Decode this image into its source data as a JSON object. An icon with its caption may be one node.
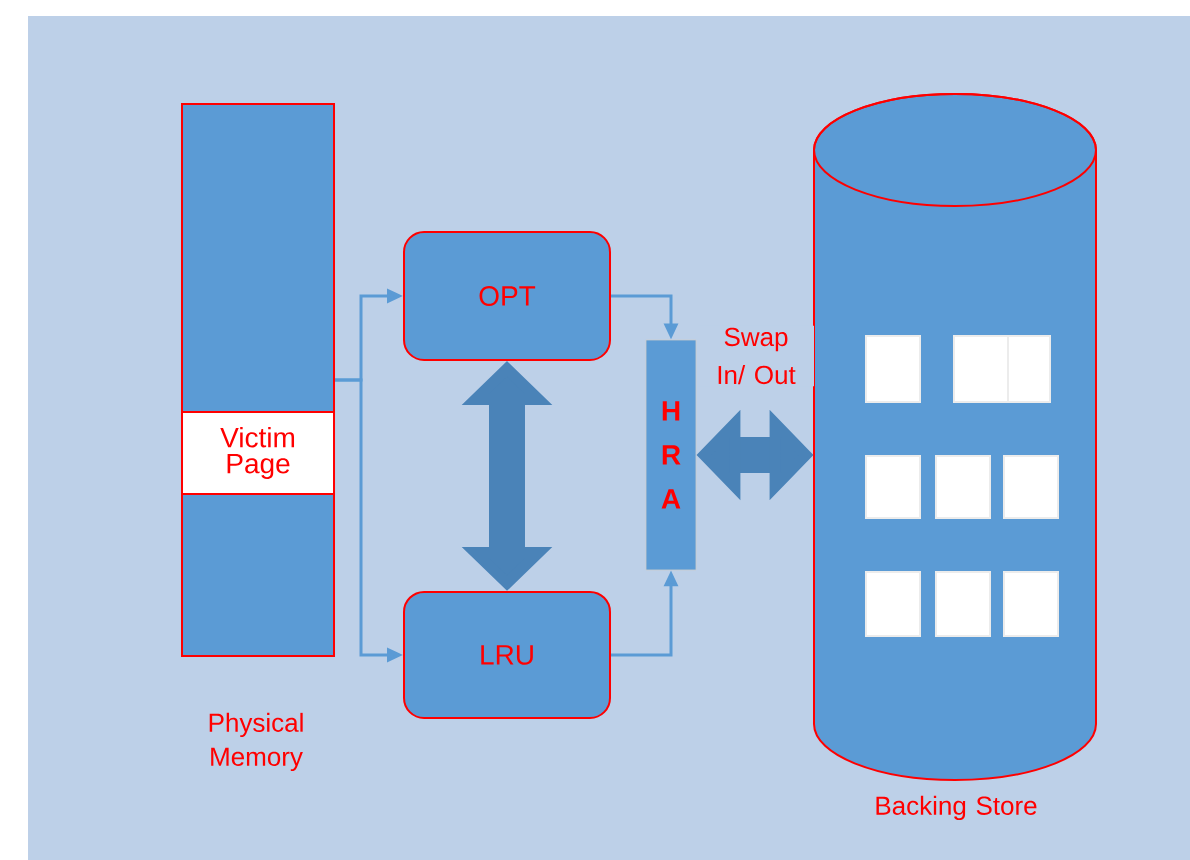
{
  "diagram": {
    "nodes": [
      {
        "text": [],
        "shape": "bar",
        "beside": [
          "Physical Memory"
        ]
      },
      {
        "text": [
          "Victim Page"
        ],
        "in": 0
      },
      {
        "text": [
          "OPT"
        ]
      },
      {
        "text": [
          "LRU"
        ]
      },
      {
        "text": [
          "H R A"
        ]
      },
      {
        "text": [],
        "shape": "cylinder",
        "beside": [
          "Backing Store"
        ]
      },
      {
        "text": [],
        "shape": "box",
        "in": 5
      },
      {
        "text": [],
        "shape": "box",
        "in": 5
      },
      {
        "text": [],
        "shape": "box",
        "in": 5
      },
      {
        "text": [],
        "shape": "box",
        "in": 5
      },
      {
        "text": [],
        "shape": "box",
        "in": 5
      },
      {
        "text": [],
        "shape": "box",
        "in": 5
      },
      {
        "text": [],
        "shape": "box",
        "in": 5
      },
      {
        "text": [],
        "shape": "box",
        "in": 5
      },
      {
        "text": [],
        "shape": "box",
        "in": 5
      }
    ],
    "edges": [
      {
        "from": 0,
        "to": 2,
        "arrow": "to"
      },
      {
        "from": 0,
        "to": 3,
        "arrow": "to"
      },
      {
        "from": 2,
        "to": 3,
        "arrow": "both",
        "style": "thick",
        "color": "#4a83b8"
      },
      {
        "from": 2,
        "to": 4,
        "arrow": "to"
      },
      {
        "from": 3,
        "to": 4,
        "arrow": "to"
      },
      {
        "from": 4,
        "to": 5,
        "arrow": "both",
        "style": "thick",
        "color": "#4a83b8",
        "label": "Swap In/ Out"
      }
    ]
  }
}
